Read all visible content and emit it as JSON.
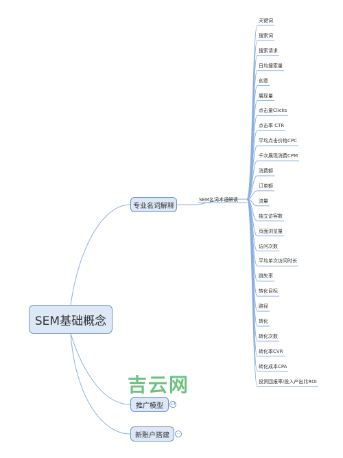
{
  "root": {
    "label": "SEM基础概念"
  },
  "branches": {
    "terms": {
      "label": "专业名词解释"
    },
    "model": {
      "label": "推广模型",
      "badge": "+3"
    },
    "account": {
      "label": "新账户搭建",
      "badge": "···"
    }
  },
  "sub_branch": {
    "label": "SEM名词术语解读"
  },
  "leaves": [
    "关键词",
    "搜索词",
    "搜索请求",
    "日均搜索量",
    "创意",
    "展现量",
    "点击量Clicks",
    "点击率 CTR",
    "平均点击价格CPC",
    "千次展现消费CPM",
    "消费额",
    "订单额",
    "流量",
    "独立访客数",
    "页面浏览量",
    "访问次数",
    "平均单次访问时长",
    "跳失率",
    "转化目标",
    "路径",
    "转化",
    "转化次数",
    "转化率CVR",
    "转化成本CPA",
    "投资回报率/投入产出比ROI"
  ],
  "watermark": {
    "text": "吉云网"
  },
  "colors": {
    "line": "#8aaee0",
    "node_fill": "#dce8f6",
    "node_border": "#6f93c4",
    "watermark": "#3caf55"
  }
}
